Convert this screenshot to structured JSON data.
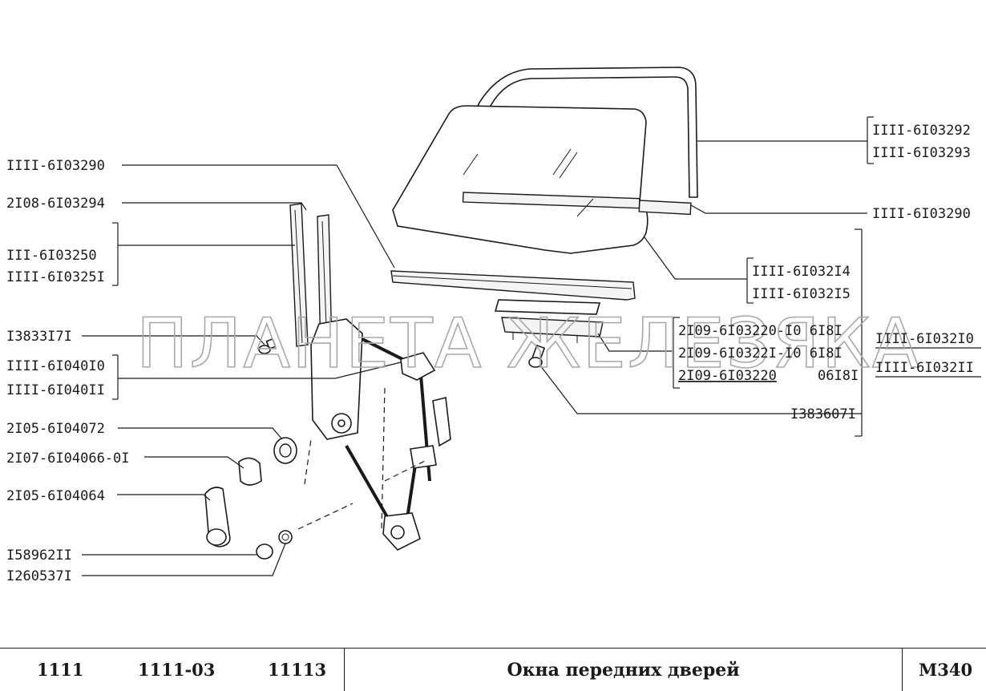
{
  "labels_left": [
    "IIII-6I03290",
    "2I08-6I03294",
    "III-6I03250",
    "IIII-6I0325I",
    "I3833I7I",
    "IIII-6I040I0",
    "IIII-6I040II",
    "2I05-6I04072",
    "2I07-6I04066-0I",
    "2I05-6I04064",
    "I58962II",
    "I260537I"
  ],
  "labels_right": {
    "frame_1": "IIII-6I03292",
    "frame_2": "IIII-6I03293",
    "strip": "IIII-6I03290",
    "glass_1": "IIII-6I032I4",
    "glass_2": "IIII-6I032I5",
    "holder_1": "2I09-6I03220-I0 6I8I",
    "holder_2": "2I09-6I0322I-I0 6I8I",
    "holder_3": "2I09-6I03220",
    "holder_3b": "06I8I",
    "asm_1": "IIII-6I032I0",
    "asm_2": "IIII-6I032II",
    "bolt": "I383607I"
  },
  "watermark": "ПЛАНЕТА ЖЕЛЕЗЯКА",
  "footer": {
    "model_1": "1111",
    "model_2": "1111-03",
    "model_3": "11113",
    "title": "Окна передних дверей",
    "code": "M340"
  }
}
